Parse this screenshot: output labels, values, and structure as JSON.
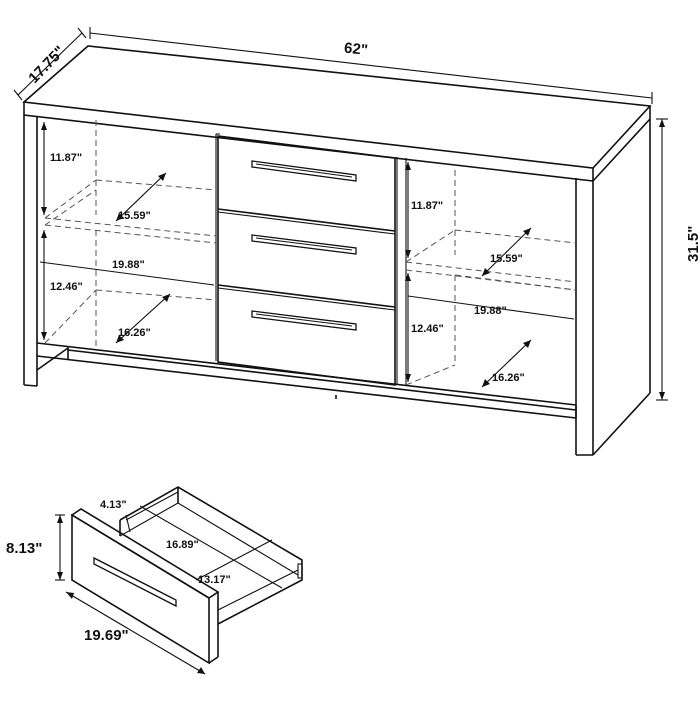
{
  "dimensions": {
    "overall": {
      "depth": "17.75\"",
      "width": "62\"",
      "height": "31.5\""
    },
    "left_cabinet": {
      "upper_height": "11.87\"",
      "upper_depth": "15.59\"",
      "inner_width": "19.88\"",
      "lower_height": "12.46\"",
      "lower_depth": "16.26\""
    },
    "right_cabinet": {
      "upper_height": "11.87\"",
      "upper_depth": "15.59\"",
      "inner_width": "19.88\"",
      "lower_height": "12.46\"",
      "lower_depth": "16.26\""
    },
    "drawer": {
      "inner_height": "4.13\"",
      "inner_width": "16.89\"",
      "inner_depth": "13.17\"",
      "front_height": "8.13\"",
      "front_width": "19.69\""
    }
  }
}
